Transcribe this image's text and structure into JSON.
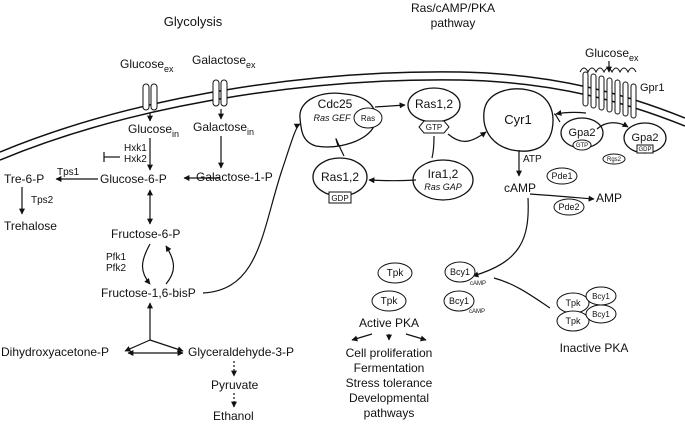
{
  "headers": {
    "glycolysis": "Glycolysis",
    "ras_pathway_line1": "Ras/cAMP/PKA",
    "ras_pathway_line2": "pathway"
  },
  "glycolysis": {
    "glucose_ex": "Glucose",
    "glucose_ex_sub": "ex",
    "galactose_ex": "Galactose",
    "galactose_ex_sub": "ex",
    "glucose_in": "Glucose",
    "glucose_in_sub": "in",
    "galactose_in": "Galactose",
    "galactose_in_sub": "in",
    "hxk1": "Hxk1",
    "hxk2": "Hxk2",
    "tps1": "Tps1",
    "tre6p": "Tre-6-P",
    "glucose6p": "Glucose-6-P",
    "galactose1p": "Galactose-1-P",
    "tps2": "Tps2",
    "trehalose": "Trehalose",
    "fructose6p": "Fructose-6-P",
    "pfk1": "Pfk1",
    "pfk2": "Pfk2",
    "fructose16bisp": "Fructose-1,6-bisP",
    "dhap": "Dihydroxyacetone-P",
    "g3p": "Glyceraldehyde-3-P",
    "pyruvate": "Pyruvate",
    "ethanol": "Ethanol"
  },
  "ras": {
    "cdc25": "Cdc25",
    "ras_gef": "Ras GEF",
    "ras_small": "Ras",
    "ras12_top": "Ras1,2",
    "gtp": "GTP",
    "ras12_bottom": "Ras1,2",
    "gdp": "GDP",
    "ira12": "Ira1,2",
    "ras_gap": "Ras GAP",
    "cyr1": "Cyr1",
    "atp": "ATP",
    "camp": "cAMP",
    "pde1": "Pde1",
    "pde2": "Pde2",
    "amp": "AMP",
    "glucose_ex": "Glucose",
    "glucose_ex_sub": "ex",
    "gpr1": "Gpr1",
    "gpa2_a": "Gpa2",
    "gpa2_a_gtp": "GTP",
    "gpa2_b": "Gpa2",
    "gpa2_b_gdp": "GDP",
    "rgs2": "Rgs2"
  },
  "pka": {
    "tpk": "Tpk",
    "bcy1": "Bcy1",
    "camp_small": "cAMP",
    "active_pka": "Active PKA",
    "inactive_pka": "Inactive PKA",
    "outcomes": [
      "Cell proliferation",
      "Fermentation",
      "Stress tolerance",
      "Developmental",
      "pathways"
    ]
  }
}
